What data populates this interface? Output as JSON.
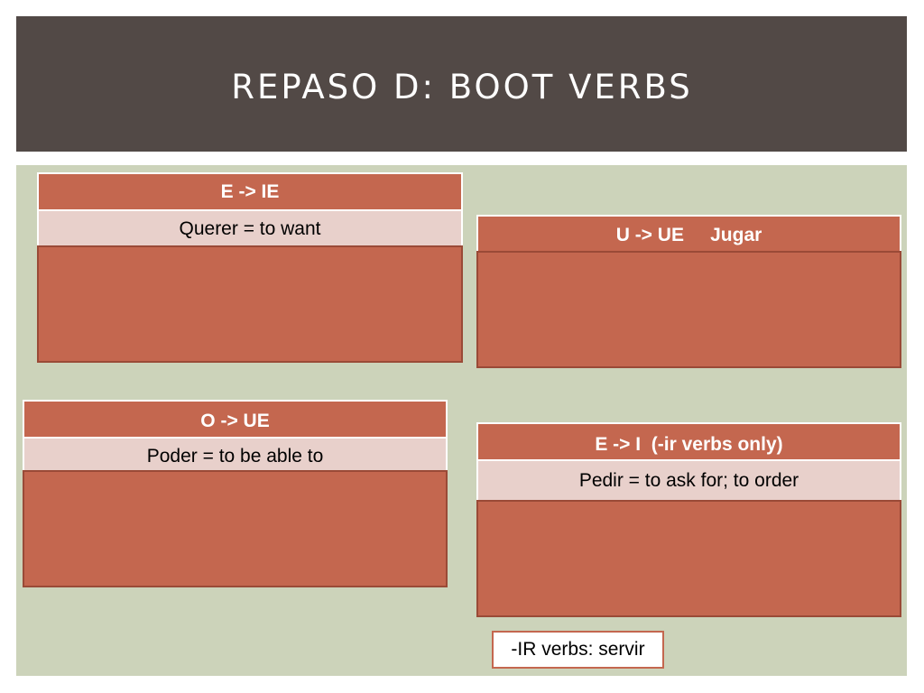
{
  "title": "REPASO D: BOOT VERBS",
  "blocks": {
    "e_ie": {
      "header": "E -> IE",
      "subheader": "Querer = to want"
    },
    "u_ue": {
      "header": "U -> UE     Jugar"
    },
    "o_ue": {
      "header": "O -> UE",
      "subheader": "Poder = to be able to"
    },
    "e_i": {
      "header": "E -> I  (-ir verbs only)",
      "subheader": "Pedir = to ask for; to order"
    }
  },
  "note": "-IR verbs: servir",
  "colors": {
    "title_bar": "#524946",
    "content_bg": "#ccd3ba",
    "accent": "#c4674f",
    "sub_row": "#e8d0cb"
  }
}
